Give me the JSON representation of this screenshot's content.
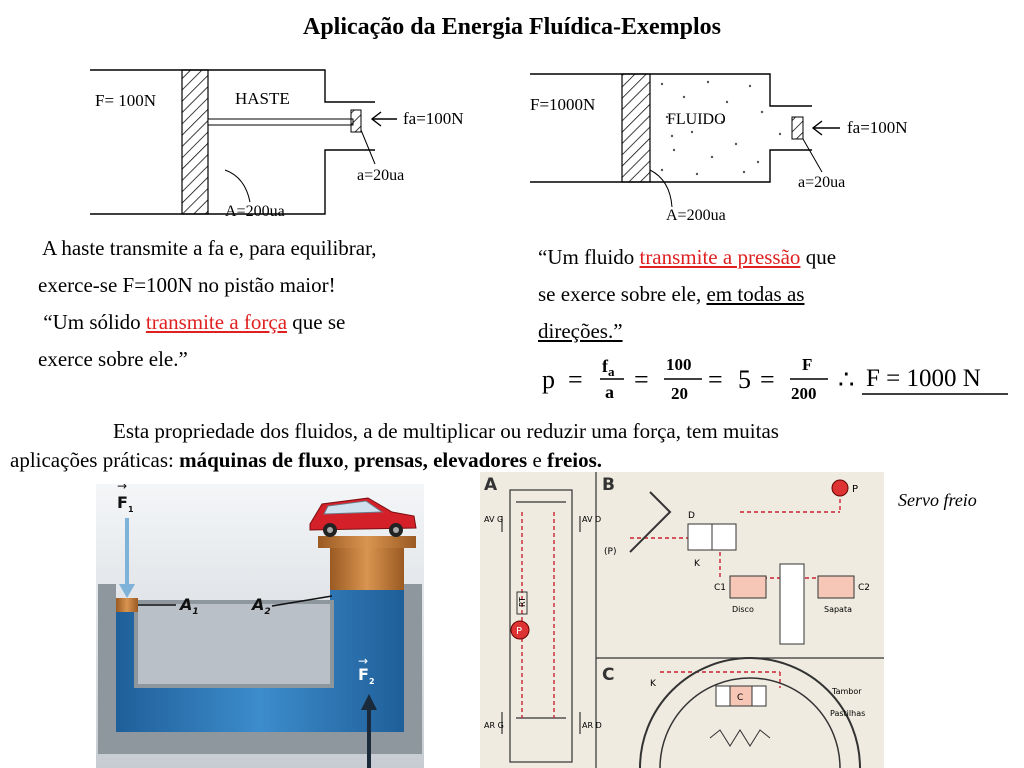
{
  "title": "Aplicação da Energia Fluídica-Exemplos",
  "diagram_left": {
    "force_label": "F= 100N",
    "rod_label": "HASTE",
    "small_force_label": "fa=100N",
    "small_area_label": "a=20ua",
    "large_area_label": "A=200ua"
  },
  "diagram_right": {
    "force_label": "F=1000N",
    "fluid_label": "FLUIDO",
    "small_force_label": "fa=100N",
    "small_area_label": "a=20ua",
    "large_area_label": "A=200ua"
  },
  "left_text": {
    "line1": " A haste transmite a fa e, para equilibrar,",
    "line2": "exerce-se F=100N no pistão maior!",
    "line3_pre": " “Um sólido ",
    "line3_link": "transmite a força",
    "line3_post": " que se",
    "line4": "exerce sobre ele.”"
  },
  "right_text": {
    "line1_pre": "“Um fluido ",
    "line1_link": "transmite a pressão",
    "line1_post": " que",
    "line2_pre": "se exerce sobre ele, ",
    "line2_u": "em todas as",
    "line3_u": "direções.”"
  },
  "formula": {
    "p": "p",
    "fa_num": "f",
    "fa_sub": "a",
    "fa_den": "a",
    "n1": "100",
    "d1": "20",
    "five": "5",
    "fn": "F",
    "fd": "200",
    "therefore": "∴",
    "result": "F = 1000 N"
  },
  "paragraph": {
    "line1": "Esta propriedade dos fluidos, a de multiplicar ou reduzir uma força, tem muitas",
    "line2_pre": "aplicações práticas: ",
    "b1": "máquinas de fluxo",
    "sep1": ", ",
    "b2": "prensas, elevadores",
    "sep2": " e ",
    "b3": "freios."
  },
  "press": {
    "f1": "F",
    "f1_sub": "1",
    "a1": "A",
    "a1_sub": "1",
    "a2": "A",
    "a2_sub": "2",
    "f2": "F",
    "f2_sub": "2"
  },
  "brake": {
    "caption": "Servo freio",
    "panel_a": "A",
    "panel_b": "B",
    "panel_c": "C",
    "av_g": "AV G",
    "av_d": "AV D",
    "ar_g": "AR G",
    "ar_d": "AR D",
    "p": "P",
    "d": "D",
    "k": "K",
    "c1": "C1",
    "c2": "C2",
    "disco": "Disco",
    "sapata": "Sapata",
    "tambor": "Tambor",
    "pastilhas": "Pastilhas",
    "rt": "RT",
    "c": "C",
    "p_paren": "(P)"
  }
}
